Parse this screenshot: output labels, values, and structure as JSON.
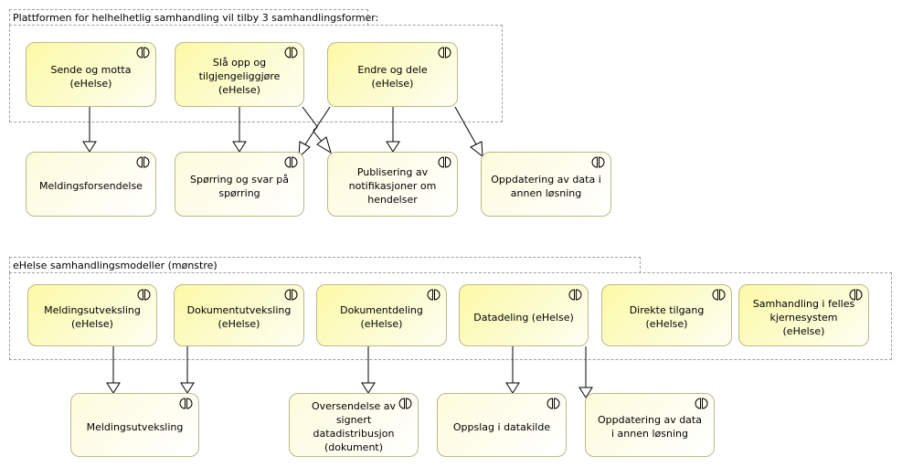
{
  "groups": {
    "platform_title": "Plattformen for helhelhetlig samhandling vil tilby 3 samhandlingsformer:",
    "models_title": "eHelse samhandlingsmodeller (mønstre)"
  },
  "platform_forms": [
    "Sende og motta (eHelse)",
    "Slå opp og tilgjengeliggjøre (eHelse)",
    "Endre og dele (eHelse)"
  ],
  "platform_targets": [
    "Meldingsforsendelse",
    "Spørring og svar på spørring",
    "Publisering av notifikasjoner om hendelser",
    "Oppdatering av data i annen løsning"
  ],
  "models": [
    "Meldingsutveksling (eHelse)",
    "Dokumentutveksling (eHelse)",
    "Dokumentdeling (eHelse)",
    "Datadeling (eHelse)",
    "Direkte tilgang (eHelse)",
    "Samhandling i felles kjernesystem (eHelse)"
  ],
  "model_targets": [
    "Meldingsutveksling",
    "Oversendelse av signert datadistribusjon (dokument)",
    "Oppslag i datakilde",
    "Oppdatering av data i annen løsning"
  ],
  "icons": {
    "element_icon": "business-interaction-icon"
  },
  "colors": {
    "primary_fill": "#fdf9a6",
    "secondary_fill": "#fefce6",
    "border": "#b9b98a",
    "group_border": "#a0a0a0"
  }
}
